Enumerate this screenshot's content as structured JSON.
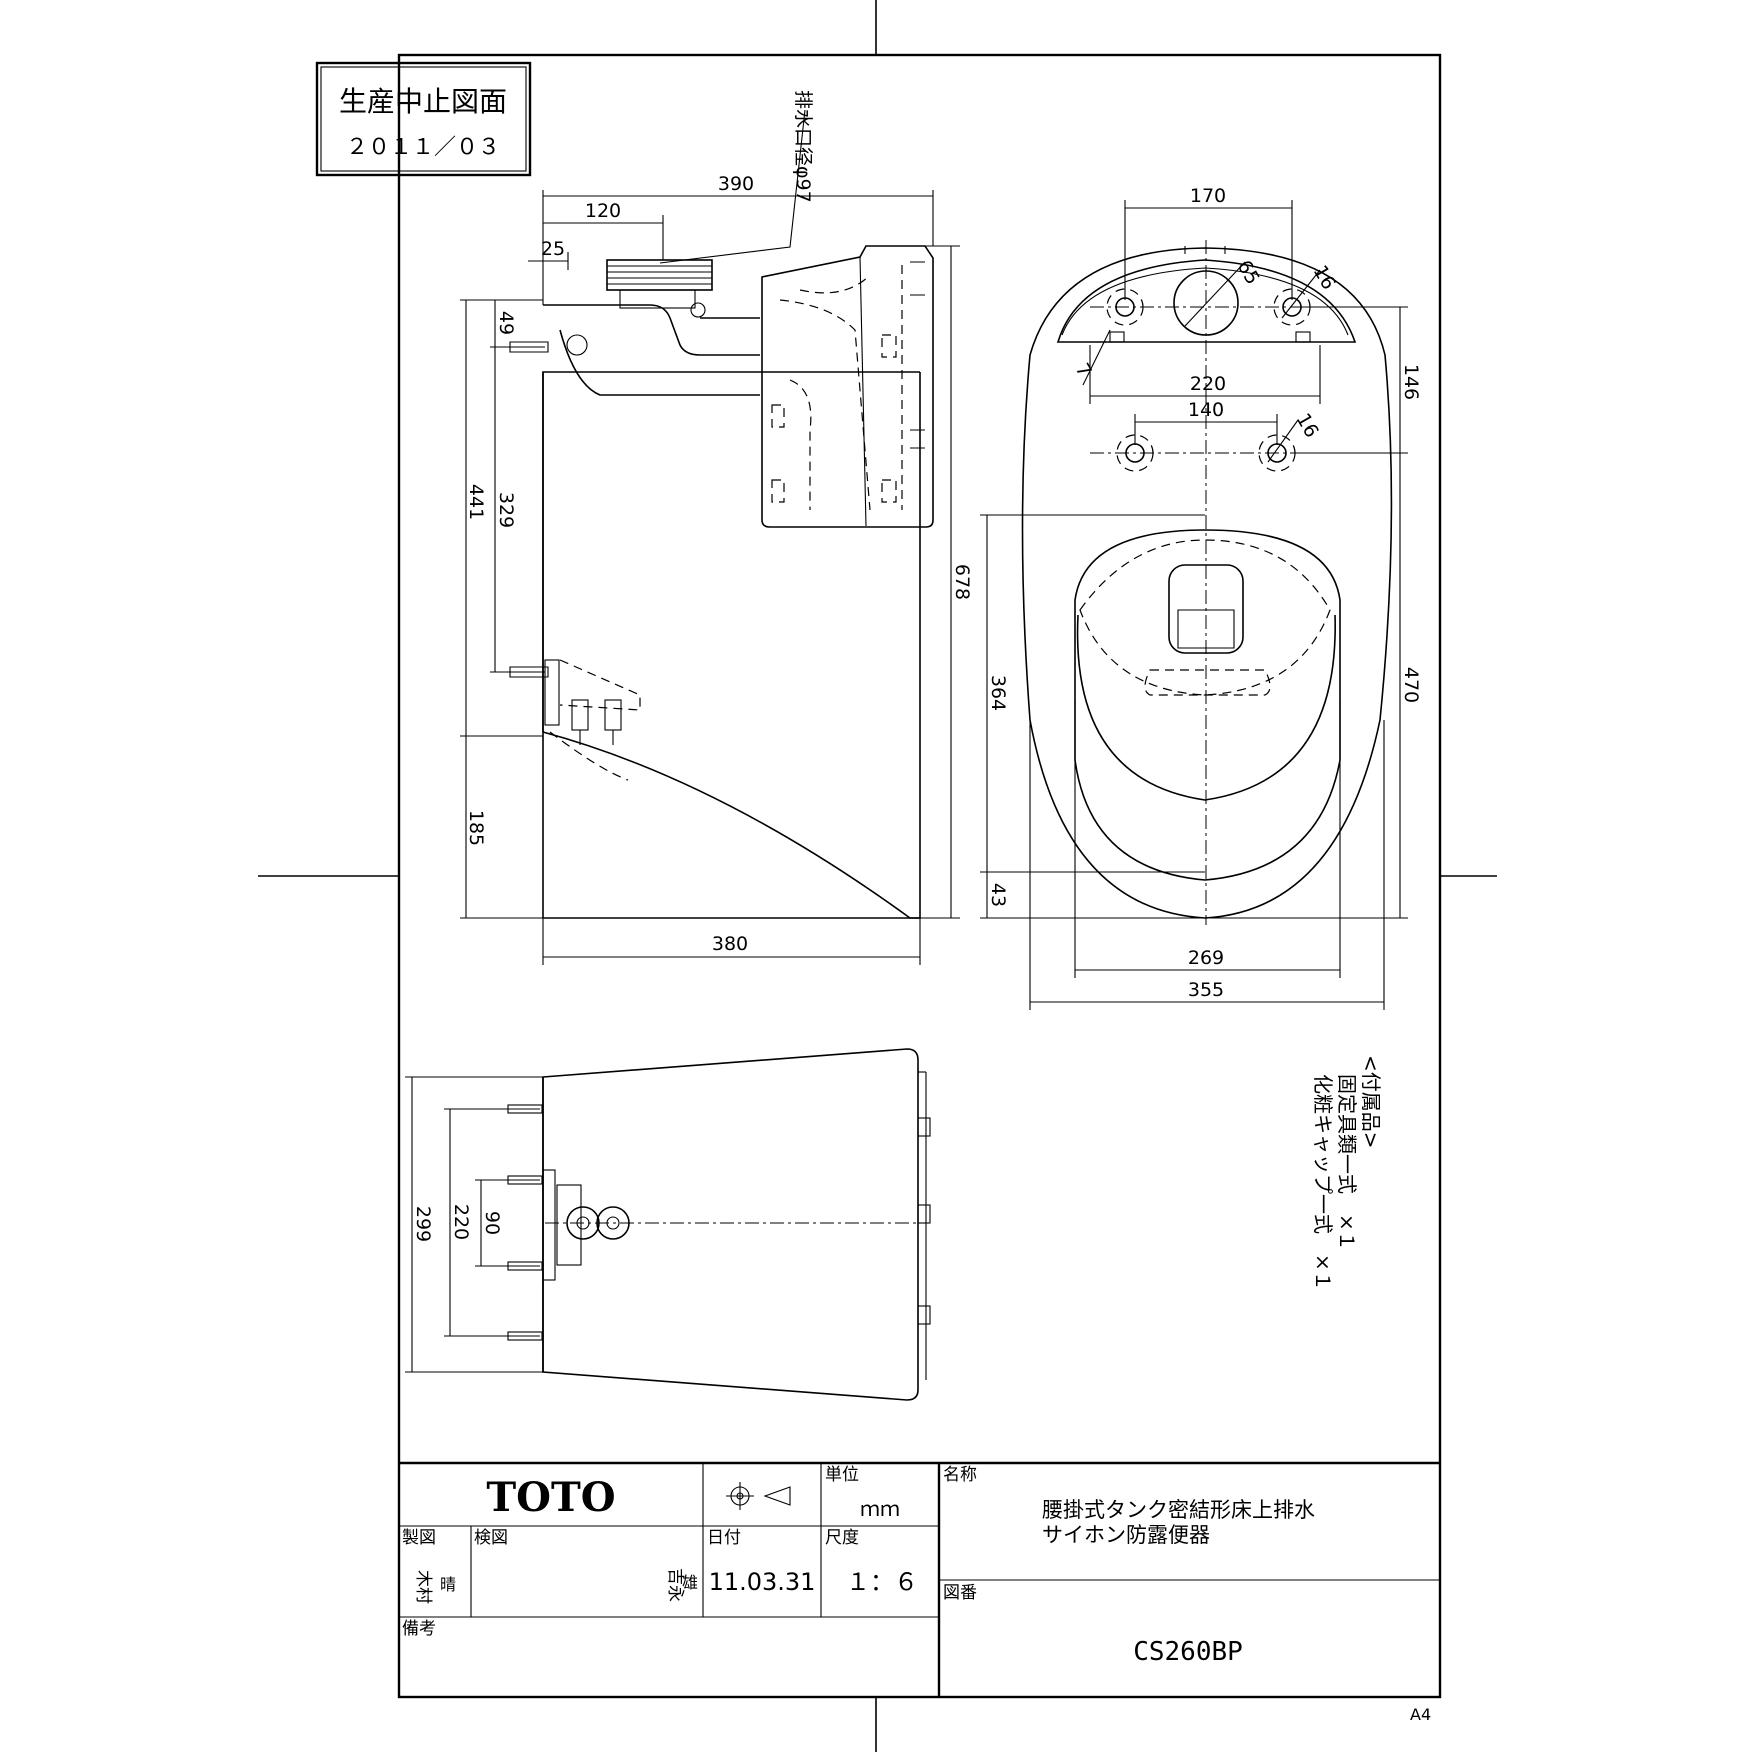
{
  "stamp": {
    "line1": "生産中止図面",
    "line2": "２０１１／０３"
  },
  "dimensions": {
    "side": {
      "d390": "390",
      "d120": "120",
      "d25": "25",
      "drain_note": "排水口径φ97",
      "d49": "49",
      "d329": "329",
      "d441": "441",
      "d678": "678",
      "d185": "185",
      "d380": "380"
    },
    "top": {
      "d170": "170",
      "d65": "65",
      "d16a": "16",
      "d7": "7",
      "d220": "220",
      "d146": "146",
      "d140": "140",
      "d16b": "16",
      "d364": "364",
      "d470": "470",
      "d43": "43",
      "d269": "269",
      "d355": "355"
    },
    "back": {
      "d299": "299",
      "d220": "220",
      "d90": "90"
    }
  },
  "accessories": {
    "title": "<付属品>",
    "item1": "固定具類一式　×１",
    "item2": "化粧キャップ一式　×１"
  },
  "title_block": {
    "brand": "TOTO",
    "unit_label": "単位",
    "unit_value": "ｍｍ",
    "name_label": "名称",
    "name_line1": "腰掛式タンク密結形床上排水",
    "name_line2": "サイホン防露便器",
    "drawn_label": "製図",
    "drawn_by": "木村",
    "drawn_by_sub": "晴",
    "checked_label": "検図",
    "checked_by": "吉永",
    "checked_by_sub": "雄",
    "date_label": "日付",
    "date_value": "11.03.31",
    "scale_label": "尺度",
    "scale_value": "１：６",
    "drawing_no_label": "図番",
    "drawing_no": "CS260BP",
    "remarks_label": "備考"
  },
  "sheet_size": "A4"
}
